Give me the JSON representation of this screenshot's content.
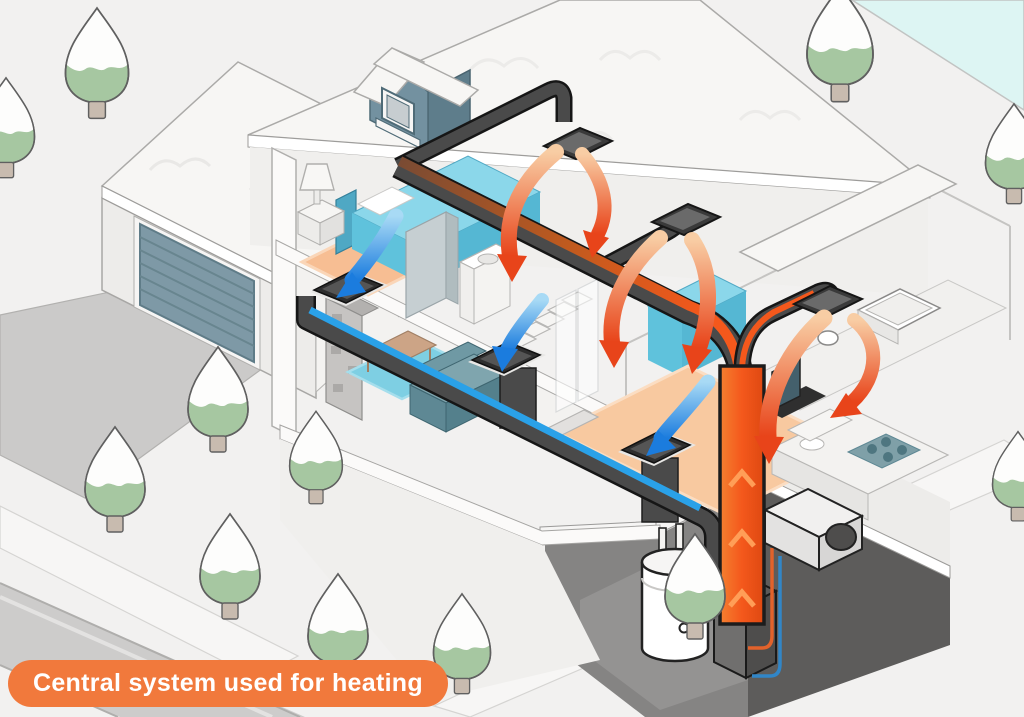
{
  "caption": {
    "text": "Central system used for heating"
  },
  "colors": {
    "background": "#F2F1F0",
    "caption_bg": "#F1793C",
    "caption_text": "#FFFFFF",
    "warm_air_arrow": "#E8441A",
    "cold_air_arrow": "#1B7CDE",
    "supply_duct_orange": "#F4581C",
    "return_channel_blue": "#2AA1E8",
    "duct_dark": "#4A4A4A",
    "tree_green": "#A6C7A1",
    "snow_white": "#FFFFFF",
    "pond_ice": "#DDF5F3",
    "dormer_blue": "#7391A0",
    "garage_door_blue": "#7E99A6",
    "basement_dark": "#5D5C5B",
    "bed_cyan": "#8BD7EA",
    "rug_orange": "#F7BE93",
    "rug_cyan": "#7ECFE3"
  },
  "illustration": {
    "subject": "cutaway house with central forced-air heating system in winter",
    "elements": [
      "snowy yard",
      "frozen pond",
      "road",
      "driveway",
      "snow-covered trees",
      "garage with door",
      "dormer window",
      "snowy roof",
      "bedroom",
      "bathroom",
      "living room",
      "dining room",
      "kitchen",
      "basement",
      "supply duct with warm air vents",
      "return duct with floor vents",
      "warm air arrows",
      "cold air return arrows",
      "furnace air handler",
      "water heater",
      "heat pump outdoor unit",
      "refrigerant lines"
    ]
  }
}
